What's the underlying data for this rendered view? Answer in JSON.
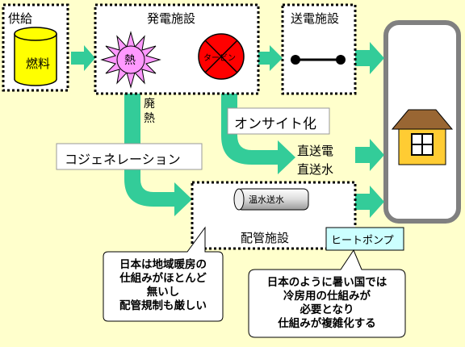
{
  "supply": {
    "title": "供給",
    "fuel": "燃料"
  },
  "generation": {
    "title": "発電施設",
    "heat": "熱",
    "turbine": "タービン"
  },
  "transmission": {
    "title": "送電施設"
  },
  "waste_heat": {
    "label": "廃熱"
  },
  "onsite": {
    "label": "オンサイト化"
  },
  "direct": {
    "electric": "直送電",
    "water": "直送水"
  },
  "cogen": {
    "label": "コジェネレーション"
  },
  "piping": {
    "title": "配管施設",
    "pipe": "温水送水"
  },
  "heat_pump": {
    "label": "ヒートポンプ"
  },
  "note_japan_heating": {
    "line1": "日本は地域暖房の",
    "line2": "仕組みがほとんど",
    "line3": "無いし",
    "line4": "配管規制も厳しい"
  },
  "note_cooling": {
    "line1": "日本のように暑い国では",
    "line2": "冷房用の仕組みが",
    "line3": "必要となり",
    "line4": "仕組みが複雑化する"
  },
  "colors": {
    "background": "#ffffcc",
    "arrow": "#33cc99",
    "fuel": "#ffff00",
    "heat": "#ff99ff",
    "turbine": "#ff0000",
    "house_wall": "#ffcc33",
    "house_roof": "#996633",
    "heat_pump": "#ccffff"
  }
}
